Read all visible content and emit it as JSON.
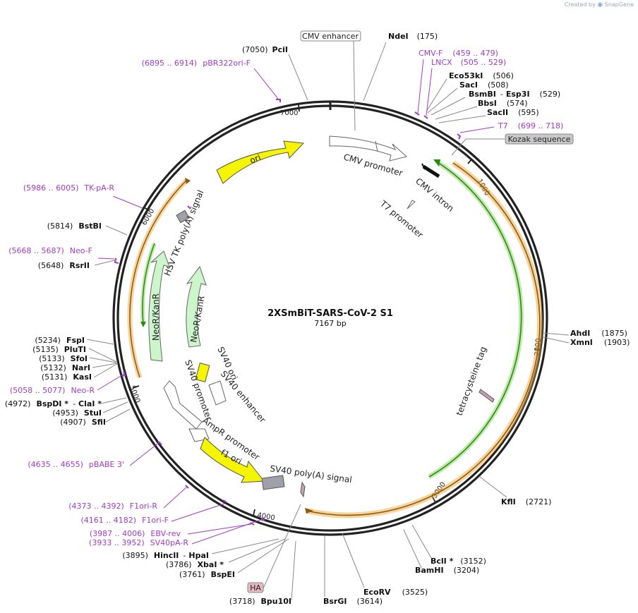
{
  "plasmid": {
    "name": "2XSmBiT-SARS-CoV-2 S1",
    "length": 7167,
    "length_label": "7167 bp"
  },
  "brand": {
    "created_by": "Created by",
    "app": "SnapGene"
  },
  "colors": {
    "backbone": "#222222",
    "primer": "#a23ac9",
    "feature_outline": "#555555",
    "ori": "#f5f500",
    "resistance": "#ccf5cc",
    "orf_green": "#3a9a1a",
    "orf_orange": "#f2a83a",
    "gray_box": "#a0a0a8",
    "tag_pink": "#c8a0b0"
  },
  "ticks": [
    "1000",
    "2000",
    "3000",
    "4000",
    "5000",
    "6000",
    "7000"
  ],
  "enzymes": [
    {
      "name": "PciI",
      "pos": "(7050)"
    },
    {
      "name": "NdeI",
      "pos": "(175)"
    },
    {
      "name": "Eco53kI",
      "pos": "(506)"
    },
    {
      "name": "SacI",
      "pos": "(508)"
    },
    {
      "name": "BsmBI",
      "pos": "(529)",
      "alt": "Esp3I"
    },
    {
      "name": "BbsI",
      "pos": "(574)"
    },
    {
      "name": "SacII",
      "pos": "(595)"
    },
    {
      "name": "AhdI",
      "pos": "(1875)"
    },
    {
      "name": "XmnI",
      "pos": "(1903)"
    },
    {
      "name": "KflI",
      "pos": "(2721)"
    },
    {
      "name": "BclI *",
      "pos": "(3152)"
    },
    {
      "name": "BamHI",
      "pos": "(3204)"
    },
    {
      "name": "EcoRV",
      "pos": "(3525)"
    },
    {
      "name": "BsrGI",
      "pos": "(3614)"
    },
    {
      "name": "Bpu10I",
      "pos": "(3718)"
    },
    {
      "name": "BspEI",
      "pos": "(3761)"
    },
    {
      "name": "XbaI *",
      "pos": "(3786)"
    },
    {
      "name": "HincII",
      "pos": "(3895)",
      "alt": "HpaI"
    },
    {
      "name": "SfiI",
      "pos": "(4907)"
    },
    {
      "name": "StuI",
      "pos": "(4953)"
    },
    {
      "name": "BspDI *",
      "pos": "(4972)",
      "alt": "ClaI *"
    },
    {
      "name": "KasI",
      "pos": "(5131)"
    },
    {
      "name": "NarI",
      "pos": "(5132)"
    },
    {
      "name": "SfoI",
      "pos": "(5133)"
    },
    {
      "name": "PluTI",
      "pos": "(5135)"
    },
    {
      "name": "FspI",
      "pos": "(5234)"
    },
    {
      "name": "RsrII",
      "pos": "(5648)"
    },
    {
      "name": "BstBI",
      "pos": "(5814)"
    }
  ],
  "primers": [
    {
      "name": "pBR322ori-F",
      "range": "(6895 .. 6914)"
    },
    {
      "name": "CMV-F",
      "range": "(459 .. 479)"
    },
    {
      "name": "LNCX",
      "range": "(505 .. 529)"
    },
    {
      "name": "T7",
      "range": "(699 .. 718)"
    },
    {
      "name": "TK-pA-R",
      "range": "(5986 .. 6005)"
    },
    {
      "name": "Neo-F",
      "range": "(5668 .. 5687)"
    },
    {
      "name": "Neo-R",
      "range": "(5058 .. 5077)"
    },
    {
      "name": "pBABE 3'",
      "range": "(4635 .. 4655)"
    },
    {
      "name": "F1ori-R",
      "range": "(4373 .. 4392)"
    },
    {
      "name": "F1ori-F",
      "range": "(4161 .. 4182)"
    },
    {
      "name": "EBV-rev",
      "range": "(3987 .. 4006)"
    },
    {
      "name": "SV40pA-R",
      "range": "(3933 .. 3952)"
    }
  ],
  "features": {
    "cmv_enhancer": "CMV enhancer",
    "kozak": "Kozak sequence",
    "ha": "HA",
    "cmv_promoter": "CMV promoter",
    "cmv_intron": "CMV intron",
    "t7_promoter": "T7 promoter",
    "ori": "ori",
    "hsv_tk": "HSV TK poly(A) signal",
    "neo1": "NeoR/KanR",
    "neo2": "NeoR/KanR",
    "sv40_ori": "SV40 ori",
    "sv40_enhancer": "SV40 enhancer",
    "sv40_promoter": "SV40 promoter",
    "ampr_promoter": "AmpR promoter",
    "f1_ori": "f1 ori",
    "sv40_polya": "SV40 poly(A) signal",
    "tc_tag": "tetracysteine tag"
  }
}
